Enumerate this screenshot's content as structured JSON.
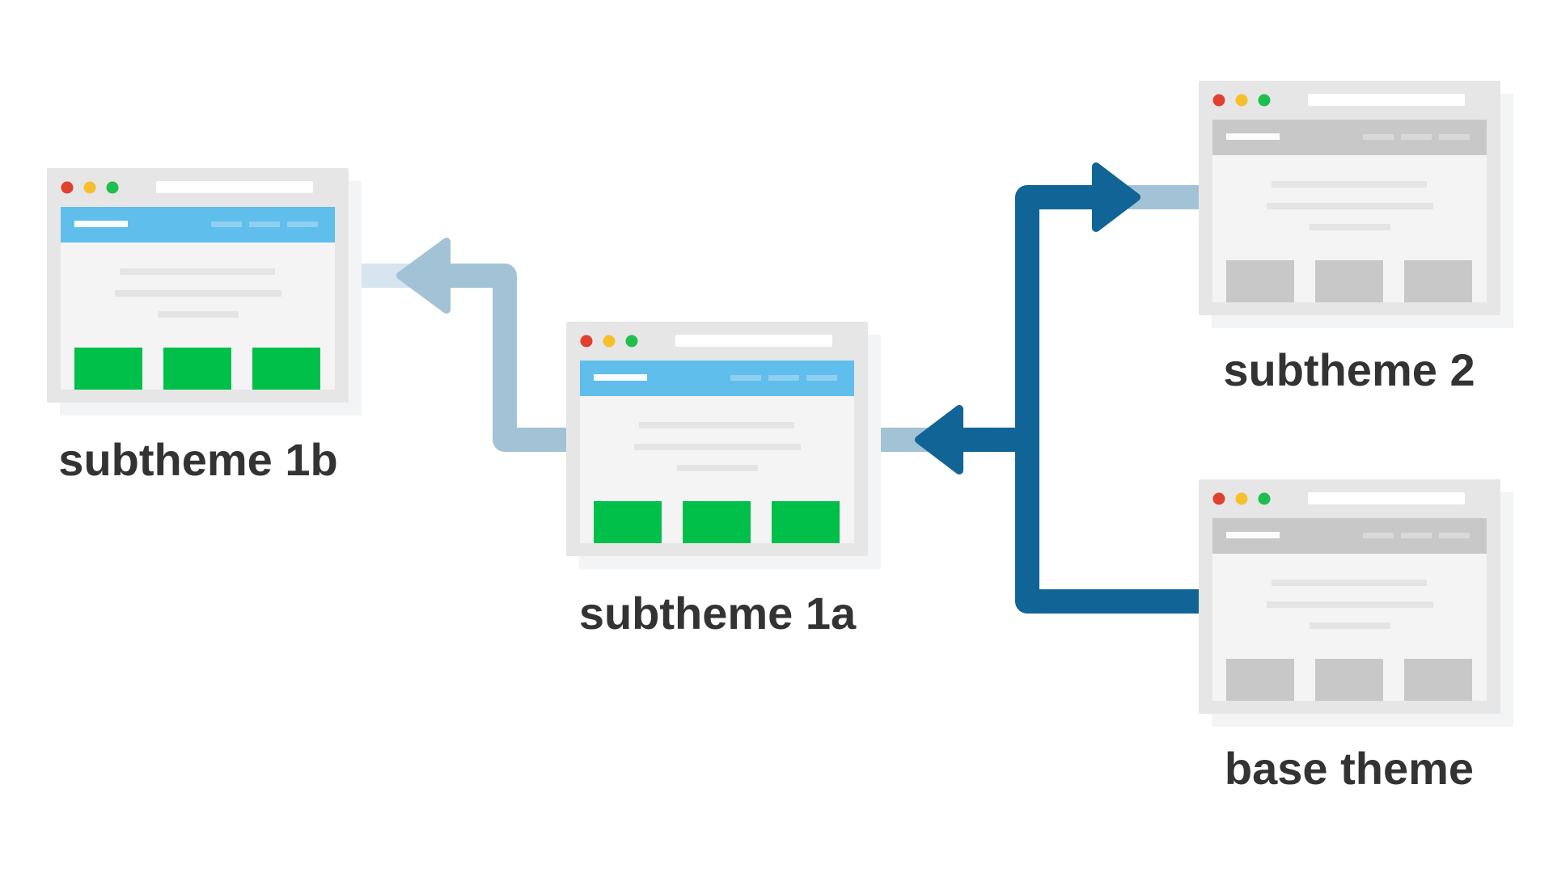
{
  "themes": [
    {
      "id": "subtheme_1b",
      "label": "subtheme 1b",
      "header_color": "#5FBEEB",
      "card_color": "#00C04A"
    },
    {
      "id": "subtheme_1a",
      "label": "subtheme 1a",
      "header_color": "#5FBEEB",
      "card_color": "#00C04A"
    },
    {
      "id": "subtheme_2",
      "label": "subtheme 2",
      "header_color": "#C8C8C8",
      "card_color": "#C8C8C8"
    },
    {
      "id": "base_theme",
      "label": "base theme",
      "header_color": "#C8C8C8",
      "card_color": "#C8C8C8"
    }
  ],
  "colors": {
    "arrow_dark": "#116496",
    "arrow_light": "#A2C3D6",
    "arrow_lighter": "#D6E5EE",
    "window_frame": "#E6E6E6",
    "window_shadow": "#F2F4F6",
    "window_body": "#F4F4F4",
    "dot_red": "#E0402E",
    "dot_yellow": "#F5C02B",
    "dot_green": "#1FBE4E",
    "text": "#333333"
  },
  "icons": [
    "browser-window-icon",
    "flow-arrow-icon"
  ]
}
